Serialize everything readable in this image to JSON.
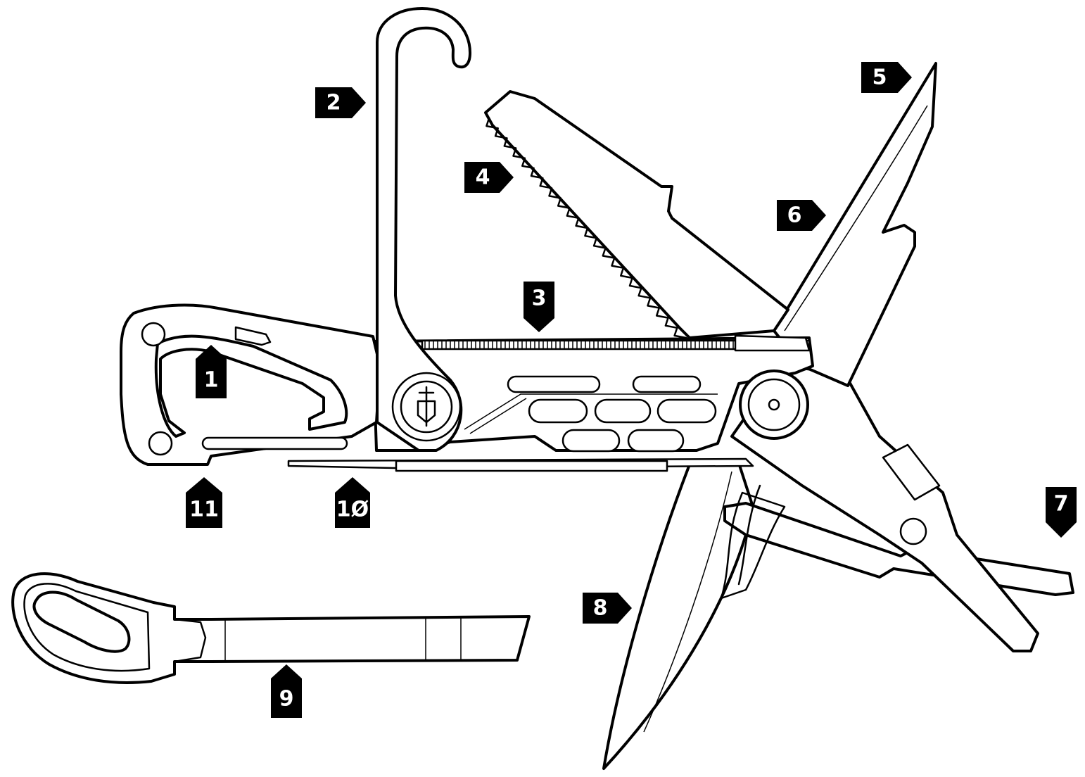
{
  "callouts": [
    {
      "id": "c1",
      "label": "1"
    },
    {
      "id": "c2",
      "label": "2"
    },
    {
      "id": "c3",
      "label": "3"
    },
    {
      "id": "c4",
      "label": "4"
    },
    {
      "id": "c5",
      "label": "5"
    },
    {
      "id": "c6",
      "label": "6"
    },
    {
      "id": "c7",
      "label": "7"
    },
    {
      "id": "c8",
      "label": "8"
    },
    {
      "id": "c9",
      "label": "9"
    },
    {
      "id": "c10",
      "label": "1Ø"
    },
    {
      "id": "c11",
      "label": "11"
    }
  ],
  "colors": {
    "line": "#000000",
    "tag": "#000000",
    "tag_text": "#ffffff",
    "background": "#ffffff"
  }
}
